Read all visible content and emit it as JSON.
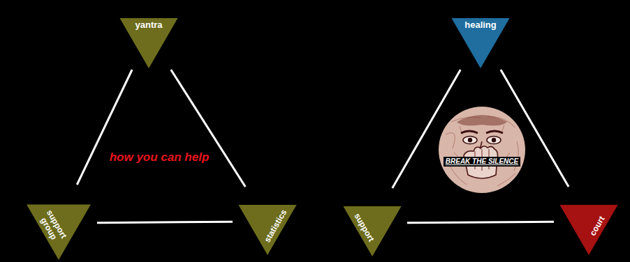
{
  "diagram": {
    "nodes": [
      {
        "text": [
          "yantra"
        ]
      },
      {
        "text": [
          "support group"
        ]
      },
      {
        "text": [
          "statistics"
        ]
      },
      {
        "text": [
          "healing"
        ]
      },
      {
        "text": [
          "BREAK THE SILENCE"
        ]
      },
      {
        "text": [
          "support"
        ]
      },
      {
        "text": [
          "court"
        ]
      }
    ],
    "edges": [
      {
        "from": 0,
        "to": 1,
        "arrow": "none"
      },
      {
        "from": 0,
        "to": 2,
        "arrow": "none"
      },
      {
        "from": 1,
        "to": 2,
        "arrow": "none"
      },
      {
        "from": 3,
        "to": 5,
        "arrow": "none"
      },
      {
        "from": 3,
        "to": 6,
        "arrow": "none"
      },
      {
        "from": 5,
        "to": 6,
        "arrow": "none"
      }
    ],
    "labels": [
      "how you can help"
    ]
  }
}
